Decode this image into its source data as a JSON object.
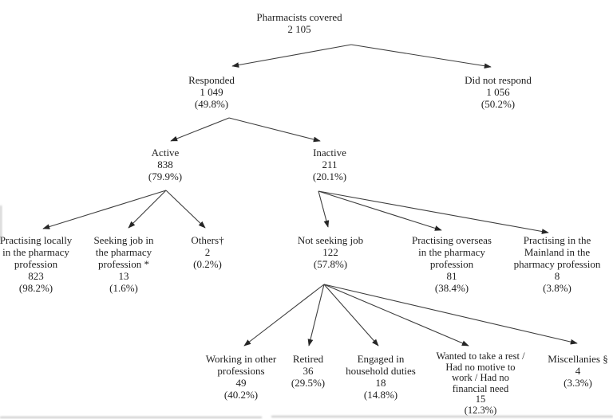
{
  "diagram": {
    "type": "flowchart-tree",
    "line_color": "#3d3d3d",
    "text_color": "#1e1e1e",
    "background_color": "#ffffff",
    "nodes": {
      "root": {
        "label": "Pharmacists covered",
        "value": "2 105"
      },
      "responded": {
        "label": "Responded",
        "value": "1 049",
        "percent": "(49.8%)"
      },
      "did_not_respond": {
        "label": "Did not respond",
        "value": "1 056",
        "percent": "(50.2%)"
      },
      "active": {
        "label": "Active",
        "value": "838",
        "percent": "(79.9%)"
      },
      "inactive": {
        "label": "Inactive",
        "value": "211",
        "percent": "(20.1%)"
      },
      "practising_locally": {
        "label": "Practising locally in the pharmacy profession",
        "value": "823",
        "percent": "(98.2%)"
      },
      "seeking_job": {
        "label": "Seeking job in the pharmacy profession *",
        "value": "13",
        "percent": "(1.6%)"
      },
      "others": {
        "label": "Others†",
        "value": "2",
        "percent": "(0.2%)"
      },
      "not_seeking_job": {
        "label": "Not seeking job",
        "value": "122",
        "percent": "(57.8%)"
      },
      "practising_overseas": {
        "label": "Practising overseas in the pharmacy profession",
        "value": "81",
        "percent": "(38.4%)"
      },
      "practising_mainland": {
        "label": "Practising in the Mainland in the pharmacy profession",
        "value": "8",
        "percent": "(3.8%)"
      },
      "working_other": {
        "label": "Working in other professions",
        "value": "49",
        "percent": "(40.2%)"
      },
      "retired": {
        "label": "Retired",
        "value": "36",
        "percent": "(29.5%)"
      },
      "household_duties": {
        "label": "Engaged in household duties",
        "value": "18",
        "percent": "(14.8%)"
      },
      "wanted_rest": {
        "label": "Wanted to take a rest / Had no motive to work / Had no financial need",
        "value": "15",
        "percent": "(12.3%)"
      },
      "miscellanies": {
        "label": "Miscellanies §",
        "value": "4",
        "percent": "(3.3%)"
      }
    },
    "edges": [
      {
        "from": "root",
        "to": "responded"
      },
      {
        "from": "root",
        "to": "did_not_respond"
      },
      {
        "from": "responded",
        "to": "active"
      },
      {
        "from": "responded",
        "to": "inactive"
      },
      {
        "from": "active",
        "to": "practising_locally"
      },
      {
        "from": "active",
        "to": "seeking_job"
      },
      {
        "from": "active",
        "to": "others"
      },
      {
        "from": "inactive",
        "to": "not_seeking_job"
      },
      {
        "from": "inactive",
        "to": "practising_overseas"
      },
      {
        "from": "inactive",
        "to": "practising_mainland"
      },
      {
        "from": "not_seeking_job",
        "to": "working_other"
      },
      {
        "from": "not_seeking_job",
        "to": "retired"
      },
      {
        "from": "not_seeking_job",
        "to": "household_duties"
      },
      {
        "from": "not_seeking_job",
        "to": "wanted_rest"
      },
      {
        "from": "not_seeking_job",
        "to": "miscellanies"
      }
    ]
  }
}
